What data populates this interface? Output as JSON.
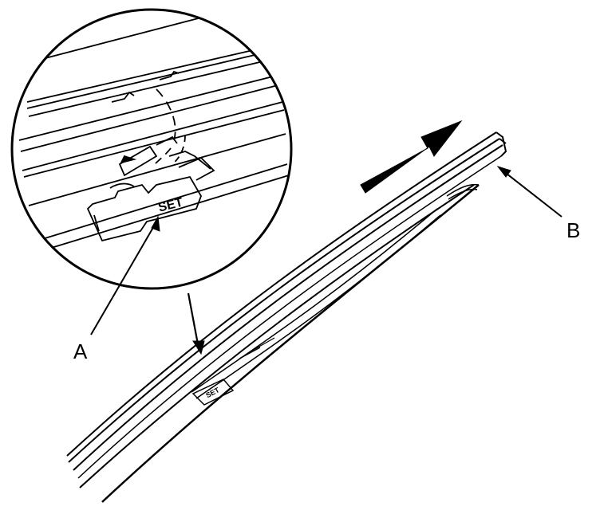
{
  "labels": {
    "A": "A",
    "B": "B"
  },
  "markings": {
    "set": "SET"
  },
  "colors": {
    "ink": "#000000",
    "paper": "#ffffff"
  }
}
